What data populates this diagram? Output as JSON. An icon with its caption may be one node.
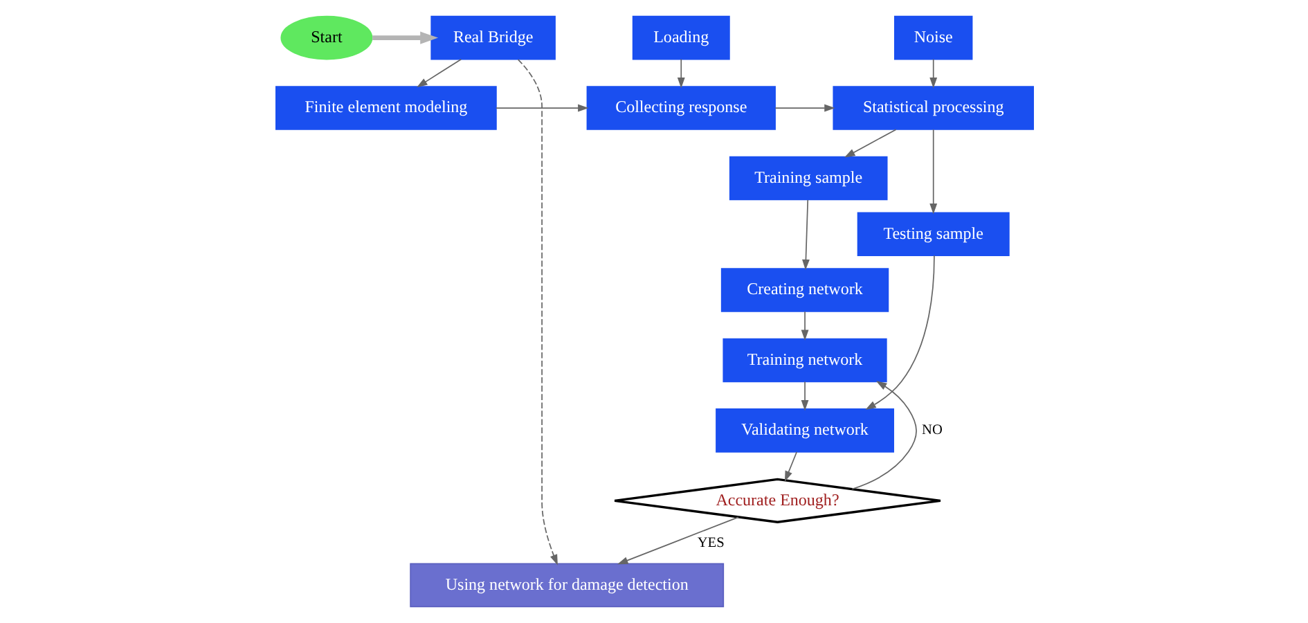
{
  "diagram": {
    "nodes": [
      {
        "text": [
          "Finite element modeling"
        ]
      },
      {
        "text": [
          "Collecting response"
        ]
      },
      {
        "text": [
          "Loading"
        ]
      },
      {
        "text": [
          "Noise"
        ]
      },
      {
        "text": [
          "Statistical processing"
        ]
      },
      {
        "text": [
          "Training sample"
        ]
      },
      {
        "text": [
          "Creating network"
        ]
      },
      {
        "text": [
          "Training network"
        ]
      },
      {
        "text": [
          "Validating network"
        ]
      },
      {
        "text": [
          "Testing sample"
        ]
      },
      {
        "text": [
          "Accurate Enough?"
        ]
      },
      {
        "text": [
          "Real Bridge"
        ]
      },
      {
        "text": [
          "Start"
        ]
      },
      {
        "text": [
          "Using network for damage detection"
        ]
      }
    ],
    "edges": [
      {
        "from": 0,
        "to": 1,
        "arrow": "to"
      },
      {
        "from": 2,
        "to": 1,
        "arrow": "to"
      },
      {
        "from": 1,
        "to": 4,
        "arrow": "to"
      },
      {
        "from": 3,
        "to": 4,
        "arrow": "to"
      },
      {
        "from": 4,
        "to": 5,
        "arrow": "to"
      },
      {
        "from": 5,
        "to": 6,
        "arrow": "to"
      },
      {
        "from": 6,
        "to": 7,
        "arrow": "to"
      },
      {
        "from": 7,
        "to": 8,
        "arrow": "to"
      },
      {
        "from": 4,
        "to": 9,
        "arrow": "to"
      },
      {
        "from": 9,
        "to": 8,
        "arrow": "to"
      },
      {
        "from": 8,
        "to": 10,
        "arrow": "to"
      },
      {
        "from": 10,
        "to": 7,
        "arrow": "to",
        "label": "NO"
      },
      {
        "from": 10,
        "to": 13,
        "arrow": "to",
        "label": "YES"
      },
      {
        "from": 11,
        "to": 13,
        "arrow": "to",
        "style": "dashed"
      },
      {
        "from": 12,
        "to": 11,
        "arrow": "to",
        "style": "thick",
        "color": "#b4b4b4"
      },
      {
        "from": 11,
        "to": 0,
        "arrow": "to"
      }
    ]
  }
}
